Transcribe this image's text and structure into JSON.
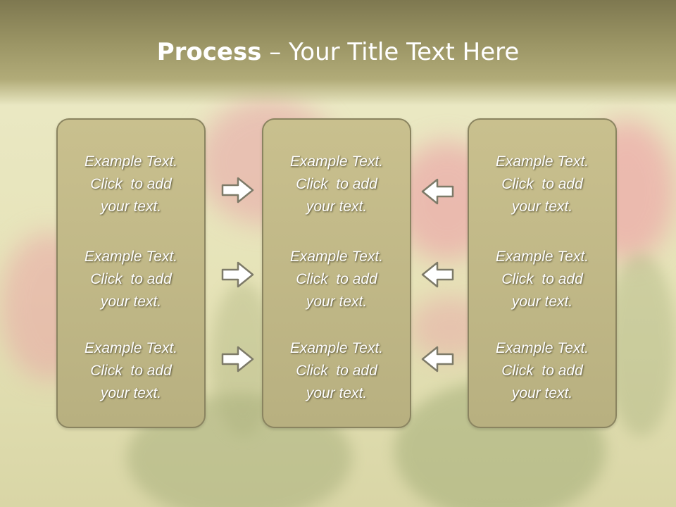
{
  "slide": {
    "title_bold": "Process",
    "title_rest": " – Your Title Text Here"
  },
  "columns": [
    {
      "cells": [
        {
          "line1": "Example Text.",
          "line2": "Click  to add",
          "line3": "your text."
        },
        {
          "line1": "Example Text.",
          "line2": "Click  to add",
          "line3": "your text."
        },
        {
          "line1": "Example Text.",
          "line2": "Click  to add",
          "line3": "your text."
        }
      ]
    },
    {
      "cells": [
        {
          "line1": "Example Text.",
          "line2": "Click  to add",
          "line3": "your text."
        },
        {
          "line1": "Example Text.",
          "line2": "Click  to add",
          "line3": "your text."
        },
        {
          "line1": "Example Text.",
          "line2": "Click  to add",
          "line3": "your text."
        }
      ]
    },
    {
      "cells": [
        {
          "line1": "Example Text.",
          "line2": "Click  to add",
          "line3": "your text."
        },
        {
          "line1": "Example Text.",
          "line2": "Click  to add",
          "line3": "your text."
        },
        {
          "line1": "Example Text.",
          "line2": "Click  to add",
          "line3": "your text."
        }
      ]
    }
  ],
  "arrows": {
    "left_group": "right-arrow-icon",
    "right_group": "left-arrow-icon"
  },
  "colors": {
    "header": "#8f8a5c",
    "box_fill": "#c2b988",
    "box_border": "#8a8460",
    "text": "#ffffff"
  }
}
